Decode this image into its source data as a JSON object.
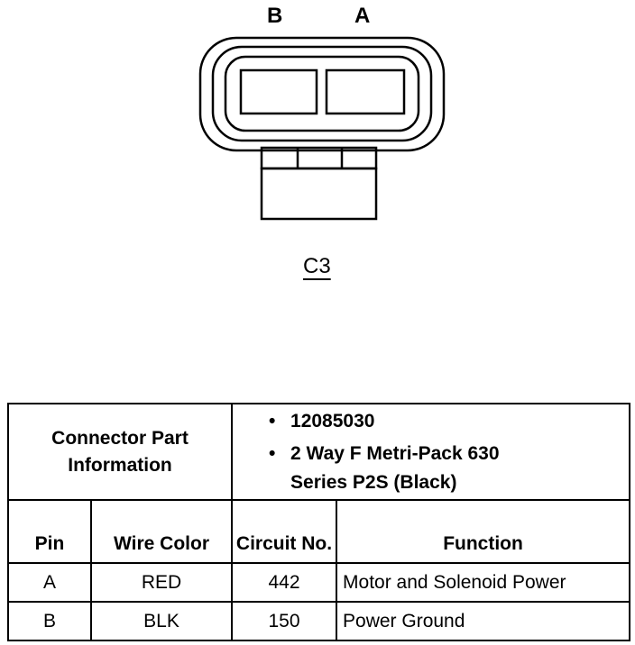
{
  "connector": {
    "pin_b_label": "B",
    "pin_a_label": "A",
    "name": "C3"
  },
  "table": {
    "part_info_label": "Connector Part Information",
    "part_info_items": [
      "12085030",
      "2 Way F Metri-Pack 630 Series P2S (Black)"
    ],
    "headers": {
      "pin": "Pin",
      "wire_color": "Wire Color",
      "circuit": "Circuit No.",
      "function": "Function"
    },
    "rows": [
      {
        "pin": "A",
        "wire_color": "RED",
        "circuit": "442",
        "function": "Motor and Solenoid Power"
      },
      {
        "pin": "B",
        "wire_color": "BLK",
        "circuit": "150",
        "function": "Power Ground"
      }
    ]
  }
}
